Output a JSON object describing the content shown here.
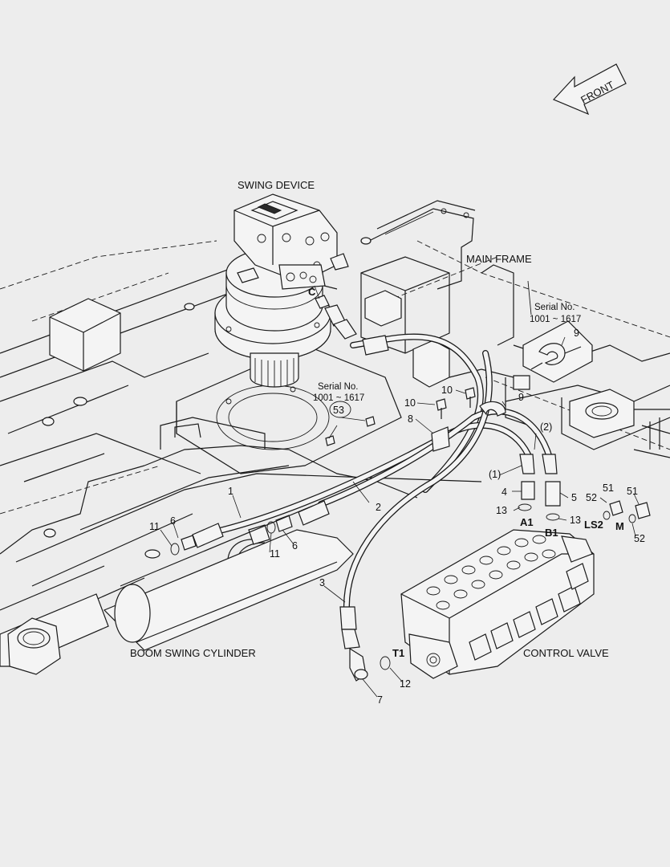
{
  "front_arrow": {
    "label": "FRONT"
  },
  "titles": {
    "swing_device": "SWING DEVICE",
    "main_frame": "MAIN FRAME",
    "boom_swing_cylinder": "BOOM SWING CYLINDER",
    "control_valve": "CONTROL VALVE"
  },
  "serial_notes": [
    {
      "line1": "Serial No.",
      "line2": "1001 ~ 1617"
    },
    {
      "line1": "Serial No.",
      "line2": "1001 ~ 1617"
    }
  ],
  "ports": {
    "a1": "A1",
    "b1": "B1",
    "ls2": "LS2",
    "m": "M",
    "c": "C",
    "t1": "T1"
  },
  "callouts": {
    "p1": "1",
    "p2": "2",
    "p3": "3",
    "p4": "4",
    "p5": "5",
    "p6a": "6",
    "p6b": "6",
    "p7": "7",
    "p8": "8",
    "p9a": "9",
    "p9b": "9",
    "p10a": "10",
    "p10b": "10",
    "p11a": "11",
    "p11b": "11",
    "p12": "12",
    "p13a": "13",
    "p13b": "13",
    "p51a": "51",
    "p51b": "51",
    "p52a": "52",
    "p52b": "52",
    "p53": "53",
    "ref1": "(1)",
    "ref2": "(2)"
  }
}
